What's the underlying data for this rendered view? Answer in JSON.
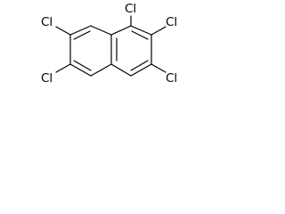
{
  "molecule": {
    "atoms": {
      "cl1": "Cl",
      "cl2": "Cl",
      "cl3": "Cl",
      "cl6": "Cl",
      "cl7": "Cl"
    }
  }
}
